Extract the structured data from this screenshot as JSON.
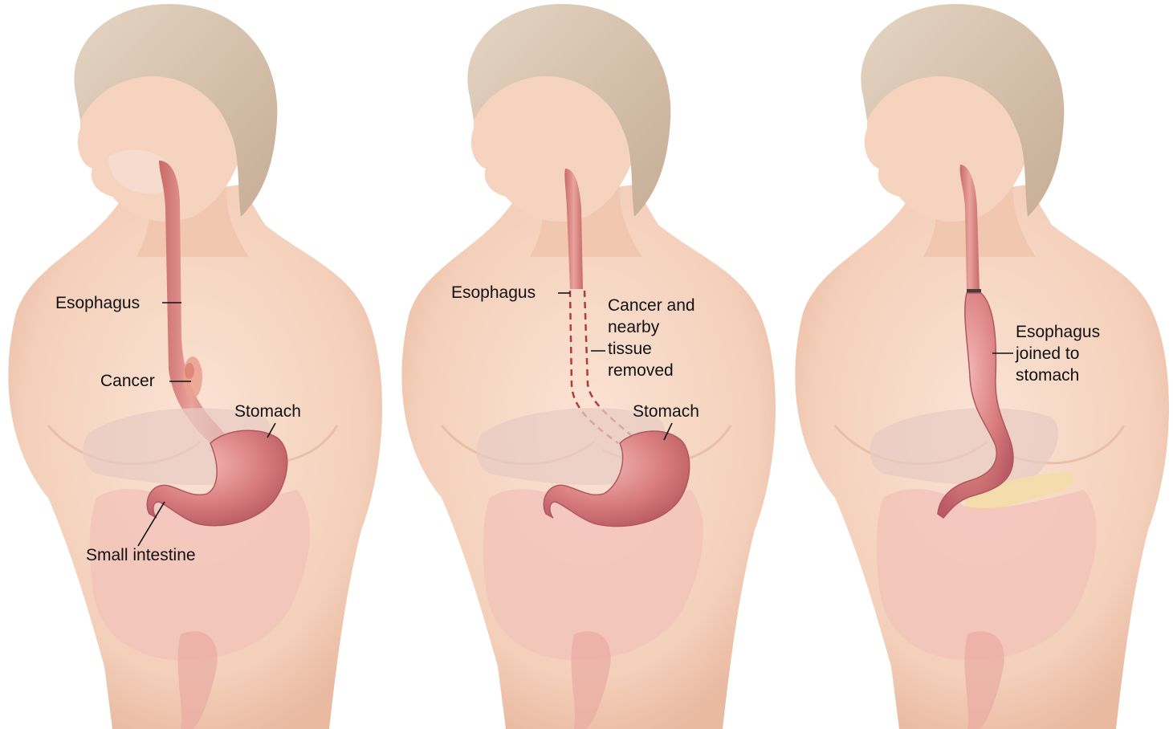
{
  "colors": {
    "skin": "#f7d5c1",
    "skin_shadow": "#e8b39b",
    "hair": "#d9c7b3",
    "hair_dark": "#b99f88",
    "esophagus": "#d97f78",
    "stomach": "#d2767a",
    "stomach_highlight": "#f1b0ac",
    "intestine": "#f0b9b0",
    "liver": "#e7c8c0",
    "pancreas": "#f3dcaa",
    "cancer": "#e79787",
    "label_text": "#111111",
    "leader_line": "#111111",
    "cut_line": "#b23a3a"
  },
  "panels": [
    {
      "labels": {
        "esophagus": "Esophagus",
        "cancer": "Cancer",
        "stomach": "Stomach",
        "small_intestine": "Small intestine"
      }
    },
    {
      "labels": {
        "esophagus": "Esophagus",
        "removed": "Cancer and\nnearby\ntissue\nremoved",
        "stomach": "Stomach"
      }
    },
    {
      "labels": {
        "joined": "Esophagus\njoined to\nstomach"
      }
    }
  ]
}
